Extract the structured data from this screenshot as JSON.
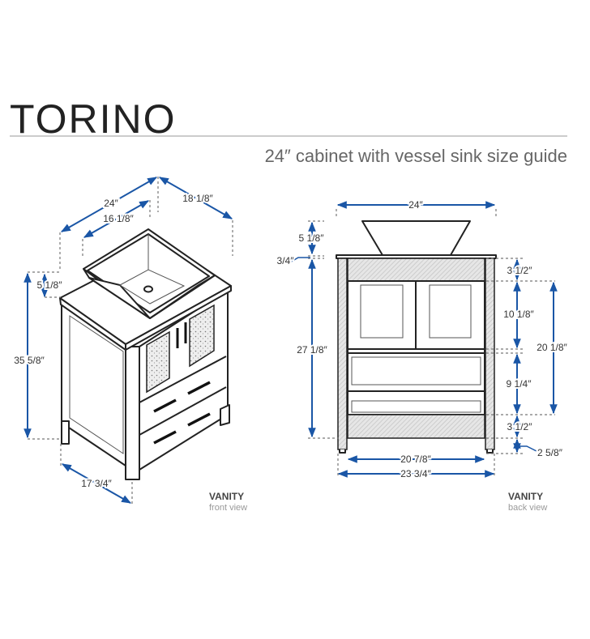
{
  "header": {
    "title": "TORINO",
    "subtitle": "24″ cabinet with vessel sink size guide"
  },
  "colors": {
    "dimension": "#1a56a6",
    "rule": "#bbbbbb",
    "subtitle": "#666666"
  },
  "front_view": {
    "caption_title": "VANITY",
    "caption_sub": "front view",
    "dims": {
      "width": "24″",
      "depth_top": "18 1/8″",
      "sink_width": "16 1/8″",
      "sink_height": "5 1/8″",
      "total_height": "35 5/8″",
      "depth_bottom": "17 3/4″"
    }
  },
  "back_view": {
    "caption_title": "VANITY",
    "caption_sub": "back view",
    "dims": {
      "width": "24″",
      "sink_height": "5 1/8″",
      "counter_thickness": "3/4″",
      "cabinet_height": "27 1/8″",
      "top_band": "3 1/2″",
      "door_height": "10 1/8″",
      "drawer_height": "9 1/4″",
      "bottom_band": "3 1/2″",
      "leg_height": "2 5/8″",
      "inner_height": "20 1/8″",
      "inner_width": "20 7/8″",
      "outer_width": "23 3/4″"
    }
  }
}
